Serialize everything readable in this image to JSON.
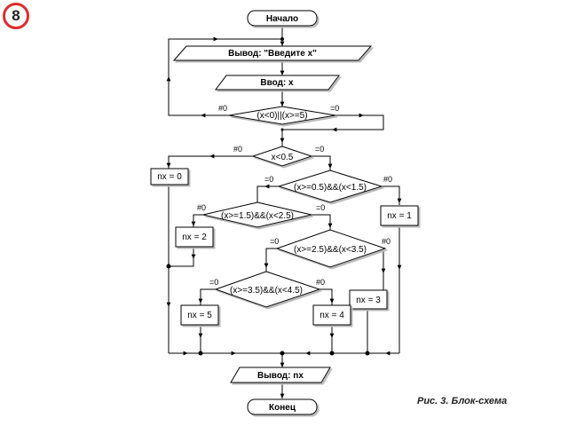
{
  "slide_number": "8",
  "caption": "Рис. 3. Блок-схема",
  "blocks": {
    "start": "Начало",
    "output_prompt": "Вывод: \"Введите x\"",
    "input_x": "Ввод: x",
    "cond_range": "(x<0)||(x>=5)",
    "cond_lt05": "x<0.5",
    "cond_05_15": "(x>=0.5)&&(x<1.5)",
    "cond_15_25": "(x>=1.5)&&(x<2.5)",
    "cond_25_35": "(x>=2.5)&&(x<3.5)",
    "cond_35_45": "(x>=3.5)&&(x<4.5)",
    "nx0": "nx = 0",
    "nx1": "nx = 1",
    "nx2": "nx = 2",
    "nx3": "nx = 3",
    "nx4": "nx = 4",
    "nx5": "nx = 5",
    "output_nx": "Вывод: nx",
    "end": "Конец"
  },
  "branch_labels": {
    "true": "#0",
    "false": "=0"
  }
}
